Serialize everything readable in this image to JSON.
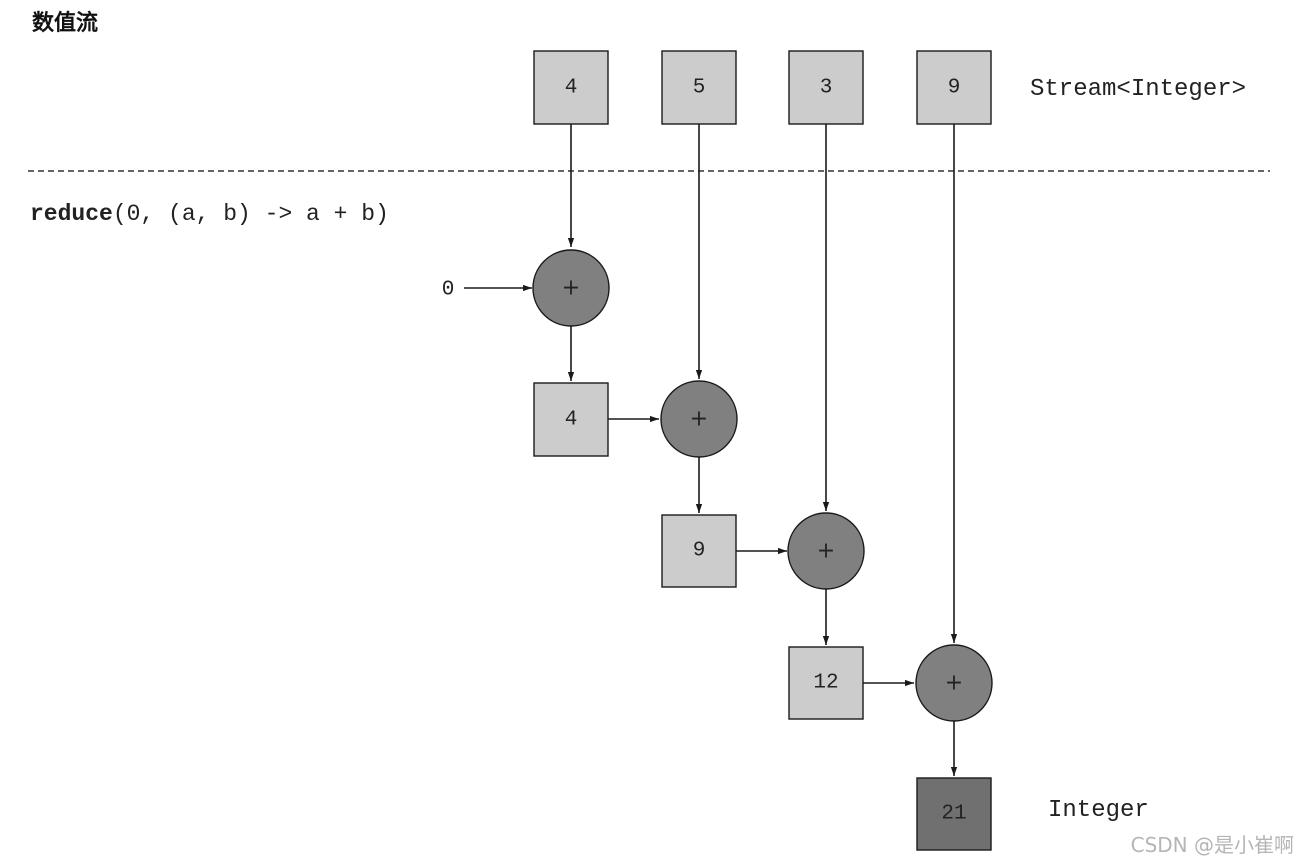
{
  "title": "数值流",
  "stream_label": "Stream<Integer>",
  "result_label": "Integer",
  "operation": {
    "keyword": "reduce",
    "args": "(0, (a, b) -> a + b)"
  },
  "initial_value": "0",
  "operator_symbol": "+",
  "stream_values": [
    "4",
    "5",
    "3",
    "9"
  ],
  "partial_results": [
    "4",
    "9",
    "12"
  ],
  "final_result": "21",
  "watermark": "CSDN @是小崔啊",
  "colors": {
    "element_box": "#cccccc",
    "operator_circle": "#808080",
    "result_box": "#707070",
    "stroke": "#1a1a1a"
  }
}
